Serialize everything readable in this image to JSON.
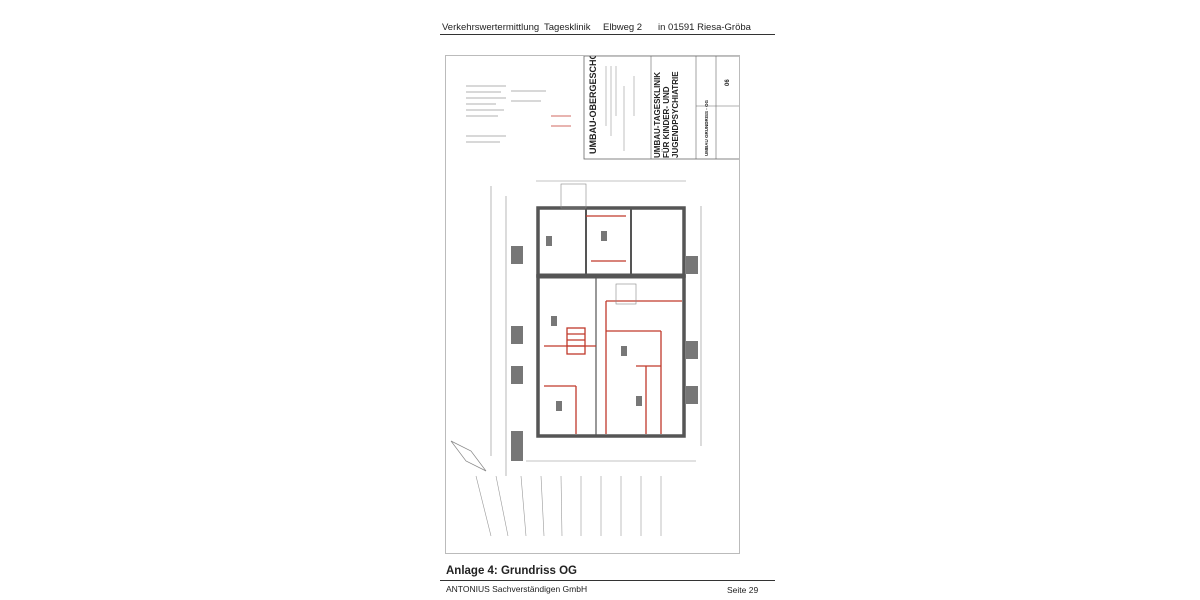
{
  "header": {
    "report": "Verkehrswertermittlung",
    "object": "Tagesklinik",
    "street": "Elbweg 2",
    "city": "in  01591  Riesa-Gröba"
  },
  "drawing": {
    "title": "UMBAU-OBERGESCHOSS",
    "project": "UMBAU-TAGESKLINIK FÜR KINDER- UND JUGENDPSYCHIATRIE",
    "plan_name": "UMBAU GRUNDRISS - OG",
    "sheet_no": "06",
    "colors": {
      "walls": "#555555",
      "new_walls": "#c0392b"
    }
  },
  "caption": "Anlage 4: Grundriss OG",
  "footer": {
    "company": "ANTONIUS Sachverständigen GmbH",
    "page": "Seite 29"
  }
}
